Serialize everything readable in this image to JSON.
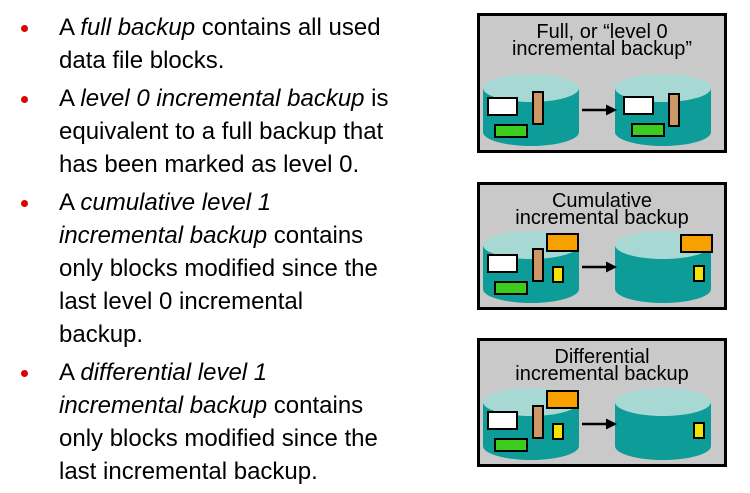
{
  "colors": {
    "text": "#000000",
    "bullet_marker": "#dd0000",
    "panel_background": "#c9c9c9",
    "panel_border": "#000000",
    "cylinder_body": "#0d9c98",
    "cylinder_top": "#a8d8d4",
    "arrow": "#000000",
    "block_border": "#000000",
    "block_white": "#ffffff",
    "block_green": "#3bcc1e",
    "block_tan": "#cc9966",
    "block_orange": "#f7a000",
    "block_yellow": "#f2e400"
  },
  "bullets": [
    {
      "lines": [
        [
          {
            "t": "A ",
            "i": 0
          },
          {
            "t": "full backup",
            "i": 1
          },
          {
            "t": " contains all used",
            "i": 0
          }
        ],
        [
          {
            "t": "data file blocks.",
            "i": 0
          }
        ]
      ]
    },
    {
      "lines": [
        [
          {
            "t": "A ",
            "i": 0
          },
          {
            "t": "level 0 incremental backup",
            "i": 1
          },
          {
            "t": " is",
            "i": 0
          }
        ],
        [
          {
            "t": "equivalent to a full backup that",
            "i": 0
          }
        ],
        [
          {
            "t": "has been marked as level 0.",
            "i": 0
          }
        ]
      ]
    },
    {
      "lines": [
        [
          {
            "t": "A ",
            "i": 0
          },
          {
            "t": "cumulative level 1",
            "i": 1
          }
        ],
        [
          {
            "t": "incremental backup",
            "i": 1
          },
          {
            "t": " contains",
            "i": 0
          }
        ],
        [
          {
            "t": "only blocks modified since the",
            "i": 0
          }
        ],
        [
          {
            "t": "last level 0 incremental",
            "i": 0
          }
        ],
        [
          {
            "t": "backup.",
            "i": 0
          }
        ]
      ]
    },
    {
      "lines": [
        [
          {
            "t": "A ",
            "i": 0
          },
          {
            "t": "differential level 1",
            "i": 1
          }
        ],
        [
          {
            "t": "incremental backup",
            "i": 1
          },
          {
            "t": " contains",
            "i": 0
          }
        ],
        [
          {
            "t": "only blocks modified since the",
            "i": 0
          }
        ],
        [
          {
            "t": "last incremental backup.",
            "i": 0
          }
        ]
      ]
    }
  ],
  "panels": [
    {
      "name": "panel-full-level0-backup",
      "title_lines": [
        "Full, or “level 0",
        "incremental backup”"
      ],
      "source_blocks": [
        "white",
        "tan",
        "green"
      ],
      "target_blocks": [
        "white",
        "tan",
        "green"
      ]
    },
    {
      "name": "panel-cumulative-incremental-backup",
      "title_lines": [
        "Cumulative",
        "incremental backup"
      ],
      "source_blocks": [
        "orange",
        "white",
        "tan",
        "yellow",
        "green"
      ],
      "target_blocks": [
        "orange",
        "yellow"
      ]
    },
    {
      "name": "panel-differential-incremental-backup",
      "title_lines": [
        "Differential",
        "incremental backup"
      ],
      "source_blocks": [
        "orange",
        "white",
        "tan",
        "yellow",
        "green"
      ],
      "target_blocks": [
        "yellow"
      ]
    }
  ]
}
